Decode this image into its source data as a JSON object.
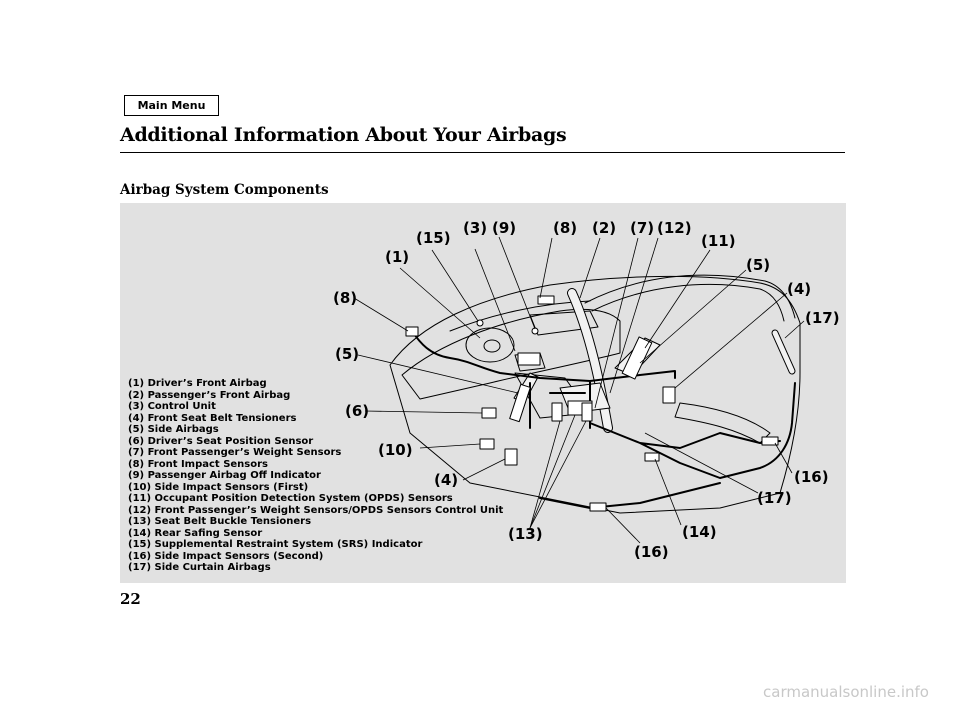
{
  "nav": {
    "main_menu_label": "Main Menu"
  },
  "page": {
    "title": "Additional Information About Your Airbags",
    "section_title": "Airbag System Components",
    "page_number": "22"
  },
  "legend": [
    "(1) Driver’s Front Airbag",
    "(2) Passenger’s Front Airbag",
    "(3) Control Unit",
    "(4) Front Seat Belt Tensioners",
    "(5) Side Airbags",
    "(6) Driver’s Seat Position Sensor",
    "(7) Front Passenger’s Weight Sensors",
    "(8) Front Impact Sensors",
    "(9) Passenger Airbag Off Indicator",
    "(10) Side Impact Sensors (First)",
    "(11) Occupant Position Detection System (OPDS) Sensors",
    "(12) Front Passenger’s Weight Sensors/OPDS Sensors Control Unit",
    "(13) Seat Belt Buckle Tensioners",
    "(14) Rear Safing Sensor",
    "(15) Supplemental Restraint System (SRS) Indicator",
    "(16) Side Impact Sensors (Second)",
    "(17) Side Curtain Airbags"
  ],
  "callouts": [
    "(3)",
    "(9)",
    "(8)",
    "(2)",
    "(7)",
    "(12)",
    "(15)",
    "(11)",
    "(1)",
    "(5)",
    "(4)",
    "(8)",
    "(17)",
    "(5)",
    "(6)",
    "(10)",
    "(4)",
    "(16)",
    "(17)",
    "(13)",
    "(14)",
    "(16)"
  ],
  "watermark": "carmanualsonline.info",
  "colors": {
    "figure_bg": "#e1e1e1",
    "ink": "#000000",
    "watermark": "#c8c8c8"
  }
}
